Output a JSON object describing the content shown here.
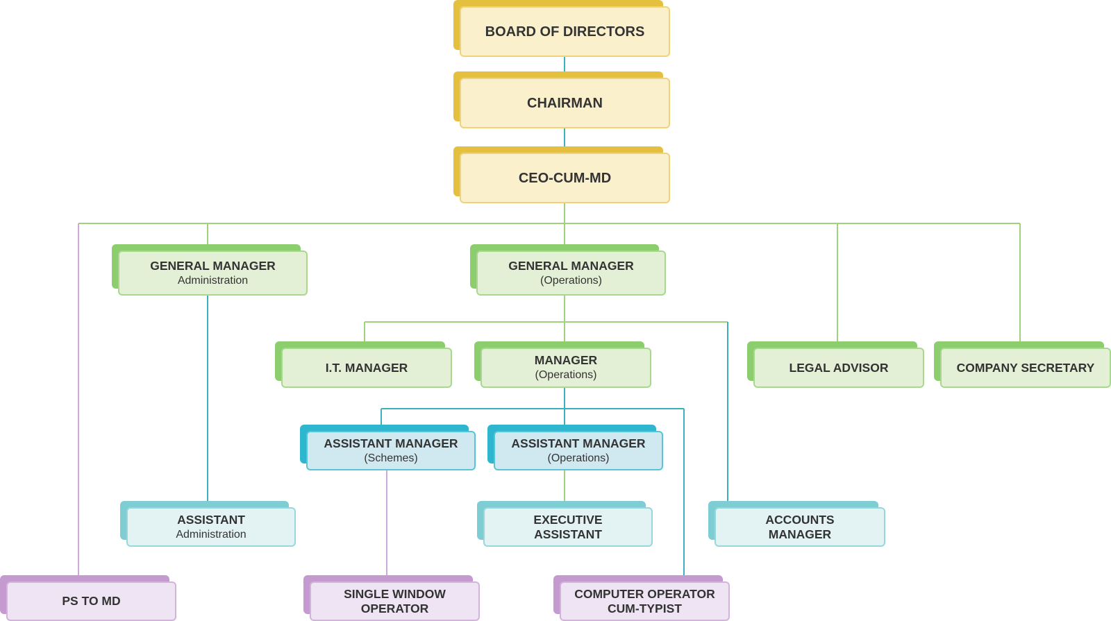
{
  "org_chart": {
    "board": {
      "title": "BOARD OF DIRECTORS"
    },
    "chairman": {
      "title": "CHAIRMAN"
    },
    "ceo": {
      "title": "CEO-CUM-MD"
    },
    "gm_admin": {
      "title": "GENERAL MANAGER",
      "subtitle": "Administration"
    },
    "gm_ops": {
      "title": "GENERAL MANAGER",
      "subtitle": "(Operations)"
    },
    "it_manager": {
      "title": "I.T. MANAGER"
    },
    "manager_ops": {
      "title": "MANAGER",
      "subtitle": "(Operations)"
    },
    "legal_advisor": {
      "title": "LEGAL ADVISOR"
    },
    "company_secretary": {
      "title": "COMPANY SECRETARY"
    },
    "asst_mgr_schemes": {
      "title": "ASSISTANT MANAGER",
      "subtitle": "(Schemes)"
    },
    "asst_mgr_ops": {
      "title": "ASSISTANT MANAGER",
      "subtitle": "(Operations)"
    },
    "assistant_admin": {
      "title": "ASSISTANT",
      "subtitle": "Administration"
    },
    "exec_assistant": {
      "title": "EXECUTIVE",
      "subtitle": "ASSISTANT"
    },
    "accounts_manager": {
      "title": "ACCOUNTS",
      "subtitle": "MANAGER"
    },
    "ps_to_md": {
      "title": "PS TO MD"
    },
    "single_window": {
      "title": "SINGLE WINDOW",
      "subtitle": "OPERATOR"
    },
    "computer_operator": {
      "title": "COMPUTER OPERATOR",
      "subtitle": "CUM-TYPIST"
    }
  },
  "colors": {
    "yellow": "#e5c03f",
    "green": "#8ccd6e",
    "teal": "#7dcdd2",
    "blue": "#2db6cd",
    "purple": "#c49ad1",
    "line_green": "#9ed27d",
    "line_teal": "#3db0bf",
    "line_purple": "#cfa9dc"
  }
}
